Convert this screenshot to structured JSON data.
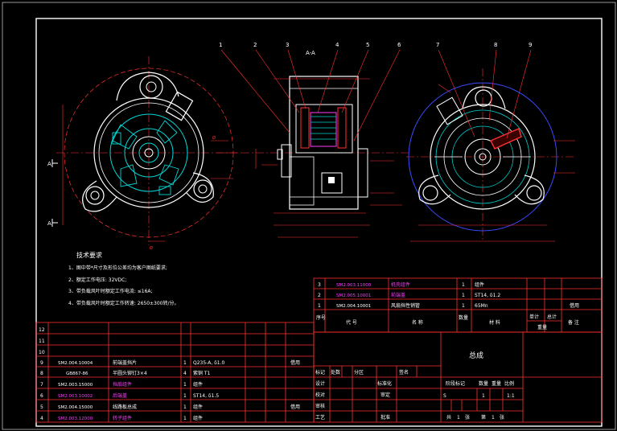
{
  "view_label": "A-A",
  "section_marker": "A",
  "balloons": [
    "1",
    "2",
    "3",
    "4",
    "5",
    "6",
    "7",
    "8",
    "9"
  ],
  "tech": {
    "title": "技术要求",
    "lines": [
      "1、图中带*尺寸及形位公差均为客户图纸要求;",
      "2、额定工作电压: 32VDC;",
      "3、带负载风叶时额定工作电流: ≤16A;",
      "4、带负载风叶时额定工作转速: 2650±300转/分。"
    ]
  },
  "upper_bom": {
    "rows": [
      {
        "seq": "3",
        "code": "SM2.003.11000",
        "name": "机壳组件",
        "qty": "1",
        "material": "组件",
        "note": ""
      },
      {
        "seq": "2",
        "code": "SM2.005.10001",
        "name": "前端盖",
        "qty": "1",
        "material": "ST14, δ1.2",
        "note": ""
      },
      {
        "seq": "1",
        "code": "SM2.004.10001",
        "name": "风扇挡性销管",
        "qty": "1",
        "material": "65Mn",
        "note": "借用"
      }
    ],
    "header": {
      "seq": "序号",
      "code": "代 号",
      "name": "名 称",
      "qty": "数量",
      "material": "材 料",
      "unit_weight": "单计",
      "total_weight": "总计",
      "weight": "重量",
      "note": "备 注"
    }
  },
  "lower_bom": {
    "rows": [
      {
        "seq": "12",
        "code": "",
        "name": "",
        "qty": "",
        "material": "",
        "note": ""
      },
      {
        "seq": "11",
        "code": "",
        "name": "",
        "qty": "",
        "material": "",
        "note": ""
      },
      {
        "seq": "10",
        "code": "",
        "name": "",
        "qty": "",
        "material": "",
        "note": ""
      },
      {
        "seq": "9",
        "code": "SM2.004.10004",
        "name": "前端盖挡片",
        "qty": "1",
        "material": "Q235-A, δ1.0",
        "note": "借用"
      },
      {
        "seq": "8",
        "code": "GB867-86",
        "name": "半圆头铆钉3×4",
        "qty": "4",
        "material": "紫铜 T1",
        "note": ""
      },
      {
        "seq": "7",
        "code": "SM2.003.15000",
        "name": "挡扇组件",
        "qty": "1",
        "material": "组件",
        "note": ""
      },
      {
        "seq": "6",
        "code": "SM2.003.10002",
        "name": "后端盖",
        "qty": "1",
        "material": "ST14, δ1.5",
        "note": ""
      },
      {
        "seq": "5",
        "code": "SM2.004.15000",
        "name": "线路板总成",
        "qty": "1",
        "material": "组件",
        "note": "借用"
      },
      {
        "seq": "4",
        "code": "SM2.003.12000",
        "name": "转子组件",
        "qty": "1",
        "material": "组件",
        "note": ""
      }
    ]
  },
  "title_block": {
    "drawing_name": "总成",
    "labels": {
      "mark": "标记",
      "count": "处数",
      "zone": "分区",
      "sign": "签名",
      "design": "设计",
      "standardize": "标准化",
      "check": "校对",
      "review": "审定",
      "audit": "审核",
      "process": "工艺",
      "approve": "批准",
      "stage_mark": "阶段标记",
      "quantity": "数量",
      "weight": "重量",
      "scale": "比例"
    },
    "values": {
      "stage": "S",
      "quantity": "1",
      "scale": "1:1"
    },
    "sheets": {
      "total_label": "共",
      "total": "1",
      "unit": "张",
      "current_label": "第",
      "current": "1"
    }
  }
}
